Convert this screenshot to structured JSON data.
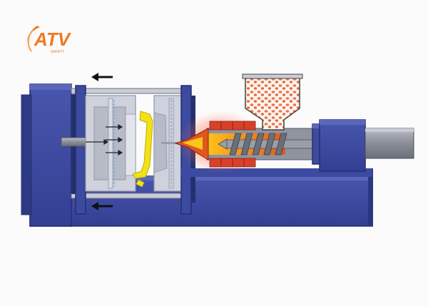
{
  "logo": {
    "brand": "ATV",
    "tagline": "SAFETY"
  },
  "colors": {
    "machine_blue": "#3c4aa0",
    "machine_blue_dark": "#24306e",
    "machine_blue_light": "#6472c0",
    "mold_grey": "#c9ccd6",
    "mold_grey_dark": "#8f94a4",
    "part_yellow": "#f2e215",
    "heater_red": "#d8402a",
    "melt_orange": "#f08a1c",
    "hopper_pellet": "#e8734a",
    "screw_grey": "#9a9ea8",
    "logo_orange": "#f07820",
    "arrow_black": "#111111"
  },
  "diagram": {
    "components": [
      "clamping-unit",
      "moving-platen",
      "tie-bars",
      "mold",
      "molded-part",
      "ejector-pins",
      "nozzle",
      "heater-bands",
      "barrel",
      "screw",
      "hopper",
      "plastic-pellets",
      "injection-unit",
      "hydraulic-cylinder",
      "machine-base"
    ],
    "motion_arrows": [
      "mold-opening-arrow-top",
      "mold-opening-arrow-bottom"
    ]
  }
}
